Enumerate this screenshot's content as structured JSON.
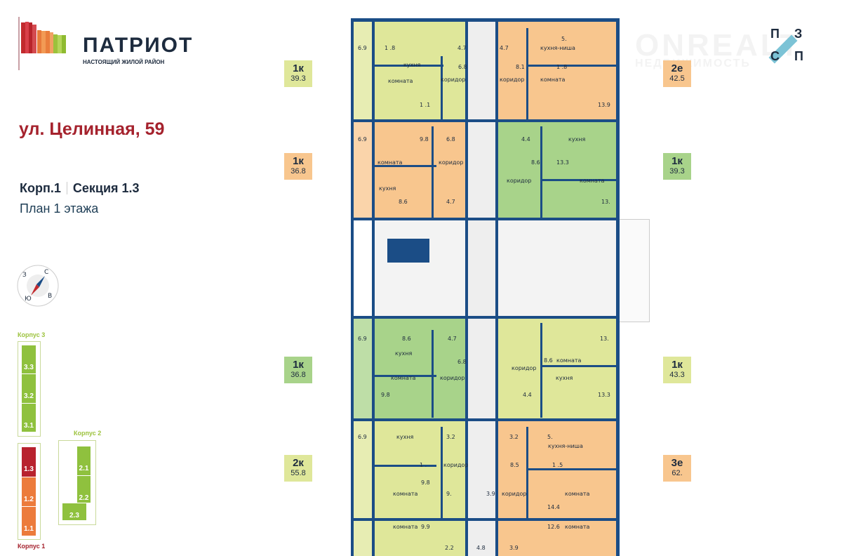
{
  "brand": {
    "name": "ПАТРИОТ",
    "tagline": "НАСТОЯЩИЙ ЖИЛОЙ РАЙОН"
  },
  "address": "ул. Целинная, 59",
  "building": "Корп.1",
  "section": "Секция 1.3",
  "floor_plan": "План 1 этажа",
  "compass": {
    "n": "С",
    "e": "В",
    "s": "Ю",
    "w": "З"
  },
  "watermark": {
    "line1": "ONREALT",
    "line2": "НЕДВИЖИМОСТЬ"
  },
  "developer_logo": [
    "П",
    "З",
    "С",
    "П"
  ],
  "colors": {
    "wall": "#1b4d86",
    "yellowgreen": "#dfe79a",
    "orange": "#f8c68e",
    "green": "#a8d38a",
    "accent": "#a5222d"
  },
  "badges": [
    {
      "type": "1к",
      "area": "39.3",
      "color": "#dfe79a"
    },
    {
      "type": "2е",
      "area": "42.5",
      "color": "#f8c68e"
    },
    {
      "type": "1к",
      "area": "36.8",
      "color": "#f8c68e"
    },
    {
      "type": "1к",
      "area": "39.3",
      "color": "#a8d38a"
    },
    {
      "type": "1к",
      "area": "36.8",
      "color": "#a8d38a"
    },
    {
      "type": "1к",
      "area": "43.3",
      "color": "#dfe79a"
    },
    {
      "type": "2к",
      "area": "55.8",
      "color": "#dfe79a"
    },
    {
      "type": "3е",
      "area": "62.",
      "color": "#f8c68e"
    }
  ],
  "labels": [
    "6.9",
    "1 .8",
    "кухня",
    "4.7",
    "6.8",
    "комната",
    "коридор",
    "1 .1",
    "4.7",
    "5.",
    "кухня-ниша",
    "8.1",
    "1 .8",
    "коридор",
    "комната",
    "13.9",
    "6.9",
    "9.8",
    "6.8",
    "комната",
    "коридор",
    "кухня",
    "8.6",
    "4.7",
    "4.4",
    "кухня",
    "8.6",
    "13.3",
    "коридор",
    "комната",
    "13.",
    "6.9",
    "8.6",
    "4.7",
    "кухня",
    "6.8",
    "комната",
    "коридор",
    "9.8",
    "13.",
    "8.6",
    "коридор",
    "комната",
    "кухня",
    "4.4",
    "13.3",
    "6.9",
    "кухня",
    "3.2",
    "1 .",
    "коридор",
    "9.8",
    "комната",
    "9.",
    "3.2",
    "5.",
    "кухня-ниша",
    "8.5",
    "1 .5",
    "3.9",
    "коридор",
    "комната",
    "14.4",
    "комната",
    "9.9",
    "2.2",
    "4.8",
    "3.9",
    "12.6",
    "комната"
  ],
  "korpus_map": {
    "korpus3": {
      "label": "Корпус 3",
      "sections": [
        "3.3",
        "3.2",
        "3.1"
      ]
    },
    "korpus2": {
      "label": "Корпус 2",
      "sections": [
        "2.1",
        "2.2",
        "2.3"
      ]
    },
    "korpus1": {
      "label": "Корпус 1",
      "sections": [
        "1.3",
        "1.2",
        "1.1"
      ]
    }
  }
}
